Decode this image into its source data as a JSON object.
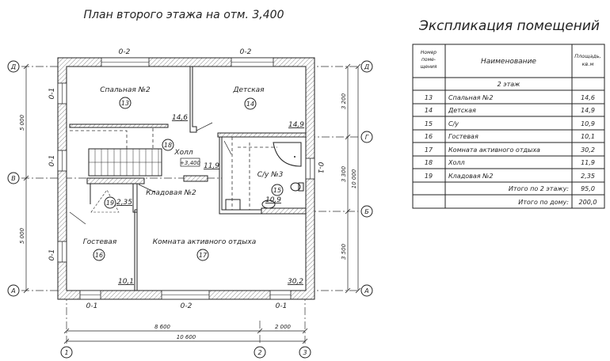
{
  "plan": {
    "title": "План второго этажа на отм. 3,400",
    "axes_rows": [
      "Д",
      "Г",
      "В",
      "Б",
      "А"
    ],
    "axes_cols": [
      "1",
      "2",
      "3"
    ],
    "window_marks": {
      "o2": "0-2",
      "o1": "0-1"
    },
    "dimensions": {
      "left_top": "5 000",
      "left_bottom": "5 000",
      "right_1": "3 200",
      "right_2": "3 300",
      "right_3": "3 500",
      "right_total": "10 000",
      "bottom_1": "8 600",
      "bottom_2": "2 000",
      "bottom_total": "10 600"
    },
    "rooms": [
      {
        "num": "13",
        "name": "Спальная №2",
        "area": "14,6"
      },
      {
        "num": "14",
        "name": "Детская",
        "area": "14,9"
      },
      {
        "num": "15",
        "name": "С/у №3",
        "area": "10,9"
      },
      {
        "num": "16",
        "name": "Гостевая",
        "area": "10,1"
      },
      {
        "num": "17",
        "name": "Комната активного отдыха",
        "area": "30,2"
      },
      {
        "num": "18",
        "name": "Холл",
        "area": "11,9"
      },
      {
        "num": "19",
        "name": "Кладовая №2",
        "area": "2,35"
      }
    ],
    "elevation": "+3,400"
  },
  "explication": {
    "title": "Экспликация помещений",
    "headers": {
      "num": [
        "Номер",
        "поме-",
        "щения"
      ],
      "name": "Наименование",
      "area": [
        "Площадь,",
        "кв.м"
      ]
    },
    "floor_label": "2 этаж",
    "rows": [
      {
        "num": "13",
        "name": "Спальная №2",
        "area": "14,6"
      },
      {
        "num": "14",
        "name": "Детская",
        "area": "14,9"
      },
      {
        "num": "15",
        "name": "С/у",
        "area": "10,9"
      },
      {
        "num": "16",
        "name": "Гостевая",
        "area": "10,1"
      },
      {
        "num": "17",
        "name": "Комната активного отдыха",
        "area": "30,2"
      },
      {
        "num": "18",
        "name": "Холл",
        "area": "11,9"
      },
      {
        "num": "19",
        "name": "Кладовая №2",
        "area": "2,35"
      }
    ],
    "total_floor": {
      "label": "Итого по 2 этажу:",
      "value": "95,0"
    },
    "total_house": {
      "label": "Итого по дому:",
      "value": "200,0"
    }
  }
}
